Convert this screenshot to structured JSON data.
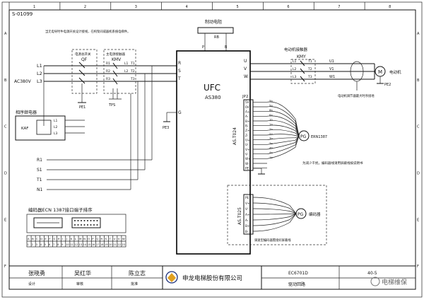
{
  "sheet_code": "S-01099",
  "braking": {
    "title": "制动电阻",
    "code": "RB",
    "pins": [
      "P",
      "B"
    ]
  },
  "note_breaker": "当无电导时牛电源开关设计接线，在构架间或器机系统电梯件。",
  "breaker": {
    "name": "QF",
    "tag": "电源总开关"
  },
  "contactor": {
    "name": "KMV",
    "tag": "主电源接触器"
  },
  "supply": {
    "phases": [
      "L1",
      "L2",
      "L3"
    ],
    "voltage": "AC380V"
  },
  "terminals_in": [
    "R",
    "S",
    "T"
  ],
  "grid_labels": [
    "R1",
    "L1",
    "R2",
    "L2",
    "R3",
    "T1",
    "T2",
    "T3"
  ],
  "pe_left": "PE1",
  "tps": "TPS",
  "inverter": {
    "brand": "UFC",
    "model": "AS380",
    "ground": "G"
  },
  "pe_mid": "PE3",
  "outputs": [
    "U",
    "V",
    "W"
  ],
  "motor_contactor": {
    "title": "电动机接触器",
    "name": "KMY",
    "in": [
      "L1",
      "L2",
      "L3"
    ],
    "out": [
      "T1",
      "T2",
      "T3"
    ]
  },
  "motor_terms": [
    "U1",
    "V1",
    "W1"
  ],
  "motor": {
    "symbol": "M",
    "label": "电动机"
  },
  "motor_note": "电动机调节器最大时序接地",
  "pe_motor": "PE2",
  "phase_relay": {
    "title": "相序继电器",
    "name": "KAF",
    "lines": [
      "L1",
      "L2",
      "L3"
    ]
  },
  "signal_lines": [
    "R1",
    "S1",
    "T1",
    "N1"
  ],
  "jp2": {
    "name": "JP2",
    "vertical_label": "AS.T024",
    "pins": [
      "5V",
      "0V",
      "A+",
      "A-",
      "B+",
      "B-",
      "Z+",
      "Z-",
      "U+",
      "U-",
      "V+",
      "V-",
      "W+",
      "W-",
      "PE"
    ],
    "wires": [
      "5b",
      "5a",
      "6b",
      "6a",
      "1b",
      "1a",
      "2b",
      "2a",
      "3b",
      "3a",
      "4b",
      "4a",
      "1b"
    ],
    "encoder": {
      "symbol": "PG",
      "label": "ERN1387"
    },
    "note": "为减少干扰，编码器线请用屏蔽线按说明书"
  },
  "encoder2": {
    "vertical_label": "AS.T025",
    "pins": [
      "PE",
      "V+",
      "V-",
      "A+",
      "A-",
      "B+",
      "B-"
    ],
    "symbol": "PG",
    "label": "编码器",
    "note": "调速型编码器需接好屏蔽线"
  },
  "connector_title": "编码器ECN 1387接口端子排序",
  "pin_table": {
    "row1": [
      "A",
      "B",
      "C",
      "D",
      "E",
      "F",
      "G",
      "H",
      "I",
      "J",
      "K",
      "L",
      "M",
      "N",
      "O",
      "P",
      "Q",
      "R",
      "S",
      "T",
      "U",
      "V",
      "W"
    ],
    "row2": [
      "1",
      "2",
      "3",
      "4",
      "5",
      "6",
      "7",
      "8",
      "9",
      "10",
      "11",
      "12",
      "13",
      "14",
      "15",
      "16",
      "17",
      "18",
      "19",
      "20",
      "21",
      "22",
      "23"
    ]
  },
  "title_block": {
    "sign1": "张晓勇",
    "sign2": "吴红华",
    "sign3": "陈立志",
    "captions": [
      "设计",
      "审核",
      "批准"
    ],
    "company": "申龙电梯股份有限公司",
    "doc_no": "EC6701D",
    "doc_name": "驱动回路",
    "sheet": "40-5",
    "watermark": "电梯维保"
  },
  "grid_top": [
    "1",
    "2",
    "3",
    "4",
    "5",
    "6",
    "7",
    "8"
  ],
  "grid_side": [
    "A",
    "B",
    "C",
    "D",
    "E",
    "F"
  ]
}
